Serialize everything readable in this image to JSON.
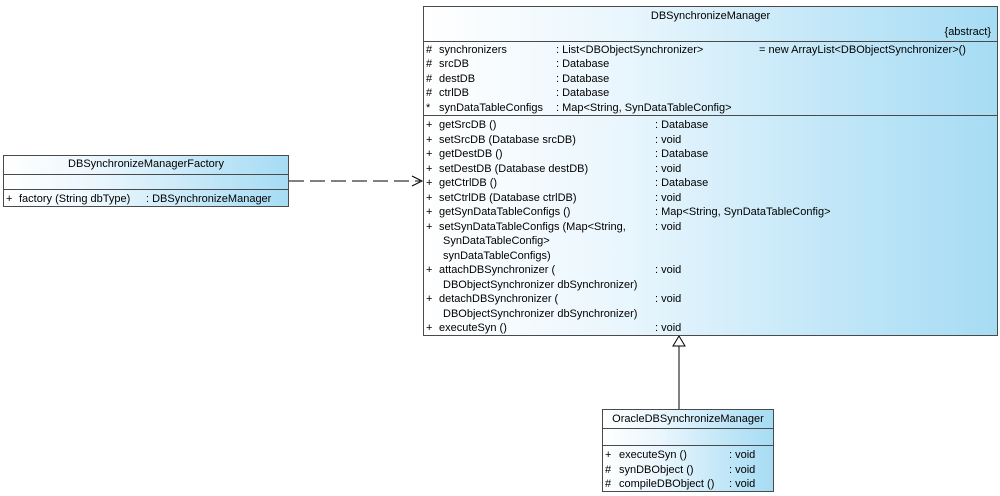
{
  "manager": {
    "name": "DBSynchronizeManager",
    "stereotype": "{abstract}",
    "attributes": [
      {
        "vis": "#",
        "name": "synchronizers",
        "type": ": List<DBObjectSynchronizer>",
        "init": "= new ArrayList<DBObjectSynchronizer>()"
      },
      {
        "vis": "#",
        "name": "srcDB",
        "type": ": Database",
        "init": ""
      },
      {
        "vis": "#",
        "name": "destDB",
        "type": ": Database",
        "init": ""
      },
      {
        "vis": "#",
        "name": "ctrlDB",
        "type": ": Database",
        "init": ""
      },
      {
        "vis": "*",
        "name": "synDataTableConfigs",
        "type": ": Map<String, SynDataTableConfig>",
        "init": ""
      }
    ],
    "operations": [
      {
        "vis": "+",
        "lines": [
          "getSrcDB ()"
        ],
        "type": ": Database"
      },
      {
        "vis": "+",
        "lines": [
          "setSrcDB (Database srcDB)"
        ],
        "type": ": void"
      },
      {
        "vis": "+",
        "lines": [
          "getDestDB ()"
        ],
        "type": ": Database"
      },
      {
        "vis": "+",
        "lines": [
          "setDestDB (Database destDB)"
        ],
        "type": ": void"
      },
      {
        "vis": "+",
        "lines": [
          "getCtrlDB ()"
        ],
        "type": ": Database"
      },
      {
        "vis": "+",
        "lines": [
          "setCtrlDB (Database ctrlDB)"
        ],
        "type": ": void"
      },
      {
        "vis": "+",
        "lines": [
          "getSynDataTableConfigs ()"
        ],
        "type": ": Map<String, SynDataTableConfig>"
      },
      {
        "vis": "+",
        "lines": [
          "setSynDataTableConfigs (Map<String,",
          "SynDataTableConfig>",
          "synDataTableConfigs)"
        ],
        "type": ": void"
      },
      {
        "vis": "+",
        "lines": [
          "attachDBSynchronizer (",
          "DBObjectSynchronizer dbSynchronizer)"
        ],
        "type": ": void"
      },
      {
        "vis": "+",
        "lines": [
          "detachDBSynchronizer (",
          "DBObjectSynchronizer dbSynchronizer)"
        ],
        "type": ": void"
      },
      {
        "vis": "+",
        "lines": [
          "executeSyn ()"
        ],
        "type": ": void"
      }
    ]
  },
  "factory": {
    "name": "DBSynchronizeManagerFactory",
    "operations": [
      {
        "vis": "+",
        "lines": [
          "factory (String dbType)"
        ],
        "type": ": DBSynchronizeManager"
      }
    ]
  },
  "oracle": {
    "name": "OracleDBSynchronizeManager",
    "operations": [
      {
        "vis": "+",
        "lines": [
          "executeSyn ()"
        ],
        "type": ": void"
      },
      {
        "vis": "#",
        "lines": [
          "synDBObject ()"
        ],
        "type": ": void"
      },
      {
        "vis": "#",
        "lines": [
          "compileDBObject ()"
        ],
        "type": ": void"
      }
    ]
  },
  "relations": [
    {
      "kind": "dependency",
      "from": "DBSynchronizeManagerFactory",
      "to": "DBSynchronizeManager"
    },
    {
      "kind": "generalization",
      "from": "OracleDBSynchronizeManager",
      "to": "DBSynchronizeManager"
    }
  ]
}
